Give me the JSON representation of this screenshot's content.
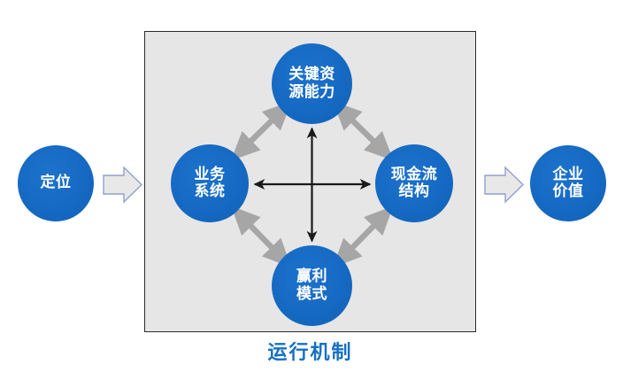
{
  "diagram": {
    "title_caption": "运行机制",
    "caption_color": "#1570c4",
    "node_fill_color": "#1569c2",
    "box_fill_color": "#e6e6e6",
    "box_border_color": "#2b2b2b",
    "block_arrow_fill": "#e8e8e8",
    "block_arrow_stroke": "#8fa0cf",
    "inner_arrow_color": "#a6a6a6",
    "cross_arrow_color": "#1a1a1a"
  },
  "flow": {
    "input_node": {
      "label": "定位"
    },
    "output_node": {
      "label": "企业价值",
      "line1": "企业",
      "line2": "价值"
    },
    "input_arrow": {
      "name": "block-arrow-right"
    },
    "output_arrow": {
      "name": "block-arrow-right"
    }
  },
  "mechanism": {
    "caption": "运行机制",
    "nodes": [
      {
        "id": "key-resource",
        "label": "关键资源能力",
        "line1": "关键资",
        "line2": "源能力",
        "position": "top"
      },
      {
        "id": "business-system",
        "label": "业务系统",
        "line1": "业务",
        "line2": "系统",
        "position": "left"
      },
      {
        "id": "cash-flow",
        "label": "现金流结构",
        "line1": "现金流",
        "line2": "结构",
        "position": "right"
      },
      {
        "id": "profit-model",
        "label": "赢利模式",
        "line1": "赢利",
        "line2": "模式",
        "position": "bottom"
      }
    ],
    "connections": [
      {
        "from": "business-system",
        "to": "key-resource",
        "style": "double-headed",
        "color": "#a6a6a6"
      },
      {
        "from": "key-resource",
        "to": "cash-flow",
        "style": "double-headed",
        "color": "#a6a6a6"
      },
      {
        "from": "business-system",
        "to": "profit-model",
        "style": "double-headed",
        "color": "#a6a6a6"
      },
      {
        "from": "profit-model",
        "to": "cash-flow",
        "style": "double-headed",
        "color": "#a6a6a6"
      },
      {
        "from": "business-system",
        "to": "cash-flow",
        "style": "double-headed-center-horizontal",
        "color": "#1a1a1a"
      },
      {
        "from": "key-resource",
        "to": "profit-model",
        "style": "double-headed-center-vertical",
        "color": "#1a1a1a"
      }
    ]
  }
}
